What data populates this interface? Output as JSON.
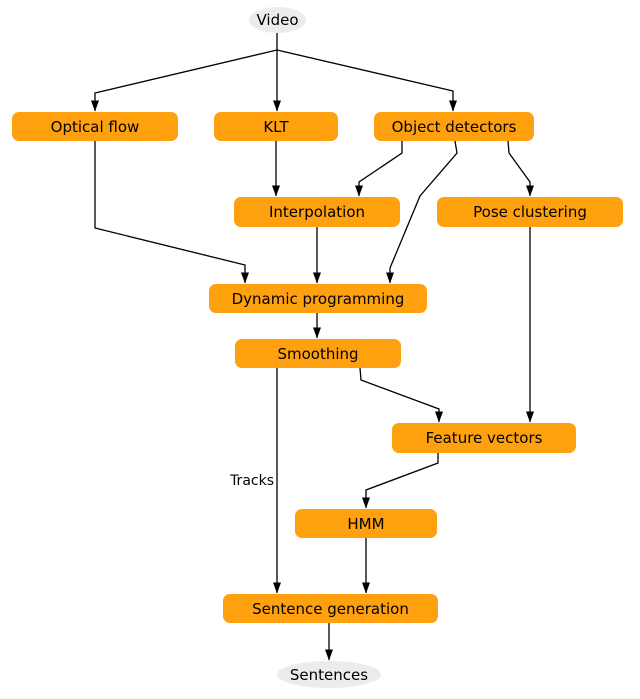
{
  "diagram": {
    "terminals": {
      "video": {
        "label": "Video"
      },
      "sentences": {
        "label": "Sentences"
      }
    },
    "nodes": {
      "optical_flow": {
        "label": "Optical flow"
      },
      "klt": {
        "label": "KLT"
      },
      "object_detectors": {
        "label": "Object detectors"
      },
      "interpolation": {
        "label": "Interpolation"
      },
      "pose_clustering": {
        "label": "Pose clustering"
      },
      "dynamic_programming": {
        "label": "Dynamic programming"
      },
      "smoothing": {
        "label": "Smoothing"
      },
      "feature_vectors": {
        "label": "Feature vectors"
      },
      "hmm": {
        "label": "HMM"
      },
      "sentence_generation": {
        "label": "Sentence generation"
      }
    },
    "edge_labels": {
      "tracks": "Tracks"
    },
    "colors": {
      "node_fill": "#FFA00E",
      "terminal_fill": "#ECECEC",
      "edge": "#000000",
      "text": "#000000"
    },
    "edges": [
      {
        "from": "Video",
        "to": "Optical flow"
      },
      {
        "from": "Video",
        "to": "KLT"
      },
      {
        "from": "Video",
        "to": "Object detectors"
      },
      {
        "from": "KLT",
        "to": "Interpolation"
      },
      {
        "from": "Object detectors",
        "to": "Interpolation"
      },
      {
        "from": "Object detectors",
        "to": "Dynamic programming"
      },
      {
        "from": "Object detectors",
        "to": "Pose clustering"
      },
      {
        "from": "Optical flow",
        "to": "Dynamic programming"
      },
      {
        "from": "Interpolation",
        "to": "Dynamic programming"
      },
      {
        "from": "Dynamic programming",
        "to": "Smoothing"
      },
      {
        "from": "Smoothing",
        "to": "Feature vectors"
      },
      {
        "from": "Smoothing",
        "to": "Sentence generation",
        "label": "Tracks"
      },
      {
        "from": "Pose clustering",
        "to": "Feature vectors"
      },
      {
        "from": "Feature vectors",
        "to": "HMM"
      },
      {
        "from": "HMM",
        "to": "Sentence generation"
      },
      {
        "from": "Sentence generation",
        "to": "Sentences"
      }
    ]
  }
}
